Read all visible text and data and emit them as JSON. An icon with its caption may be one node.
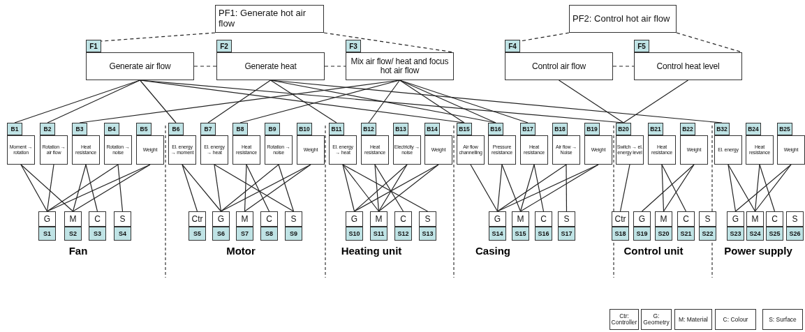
{
  "diagram": {
    "nodes": [
      {
        "text": [
          "PF1: Generate hot air flow"
        ]
      },
      {
        "text": [
          "F1",
          "Generate air flow"
        ]
      },
      {
        "text": [
          "F2",
          "Generate heat"
        ]
      },
      {
        "text": [
          "F3",
          "Mix air flow/ heat and focus hot air flow"
        ]
      },
      {
        "text": [
          "PF2: Control hot air flow"
        ]
      },
      {
        "text": [
          "F4",
          "Control air flow"
        ]
      },
      {
        "text": [
          "F5",
          "Control heat level"
        ]
      },
      {
        "text": [
          "B1",
          "Moment → rotation"
        ]
      },
      {
        "text": [
          "B2",
          "Rotation → air flow"
        ]
      },
      {
        "text": [
          "B3",
          "Heat resistance"
        ]
      },
      {
        "text": [
          "B4",
          "Rotation → noise"
        ]
      },
      {
        "text": [
          "B5",
          "Weight"
        ]
      },
      {
        "text": [
          "B6",
          "El. energy → moment"
        ]
      },
      {
        "text": [
          "B7",
          "El. energy → heat"
        ]
      },
      {
        "text": [
          "B8",
          "Heat resistance"
        ]
      },
      {
        "text": [
          "B9",
          "Rotation → noise"
        ]
      },
      {
        "text": [
          "B10",
          "Weight"
        ]
      },
      {
        "text": [
          "B11",
          "El. energy → heat"
        ]
      },
      {
        "text": [
          "B12",
          "Heat resistance"
        ]
      },
      {
        "text": [
          "B13",
          "Electricity → noise"
        ]
      },
      {
        "text": [
          "B14",
          "Weight"
        ]
      },
      {
        "text": [
          "B15",
          "Air flow channelling"
        ]
      },
      {
        "text": [
          "B16",
          "Pressure resistance"
        ]
      },
      {
        "text": [
          "B17",
          "Heat resistance"
        ]
      },
      {
        "text": [
          "B18",
          "Air flow → Noise"
        ]
      },
      {
        "text": [
          "B19",
          "Weight"
        ]
      },
      {
        "text": [
          "B20",
          "Switch → el. energy level"
        ]
      },
      {
        "text": [
          "B21",
          "Heat resistance"
        ]
      },
      {
        "text": [
          "B22",
          "Weight"
        ]
      },
      {
        "text": [
          "B32",
          "El. energy"
        ]
      },
      {
        "text": [
          "B24",
          "Heat resistance"
        ]
      },
      {
        "text": [
          "B25",
          "Weight"
        ]
      },
      {
        "text": [
          "G",
          "S1"
        ]
      },
      {
        "text": [
          "M",
          "S2"
        ]
      },
      {
        "text": [
          "C",
          "S3"
        ]
      },
      {
        "text": [
          "S",
          "S4"
        ]
      },
      {
        "text": [
          "Ctr",
          "S5"
        ]
      },
      {
        "text": [
          "G",
          "S6"
        ]
      },
      {
        "text": [
          "M",
          "S7"
        ]
      },
      {
        "text": [
          "C",
          "S8"
        ]
      },
      {
        "text": [
          "S",
          "S9"
        ]
      },
      {
        "text": [
          "G",
          "S10"
        ]
      },
      {
        "text": [
          "M",
          "S11"
        ]
      },
      {
        "text": [
          "C",
          "S12"
        ]
      },
      {
        "text": [
          "S",
          "S13"
        ]
      },
      {
        "text": [
          "G",
          "S14"
        ]
      },
      {
        "text": [
          "M",
          "S15"
        ]
      },
      {
        "text": [
          "C",
          "S16"
        ]
      },
      {
        "text": [
          "S",
          "S17"
        ]
      },
      {
        "text": [
          "Ctr",
          "S18"
        ]
      },
      {
        "text": [
          "G",
          "S19"
        ]
      },
      {
        "text": [
          "M",
          "S20"
        ]
      },
      {
        "text": [
          "C",
          "S21"
        ]
      },
      {
        "text": [
          "S",
          "S22"
        ]
      },
      {
        "text": [
          "G",
          "S23"
        ]
      },
      {
        "text": [
          "M",
          "S24"
        ]
      },
      {
        "text": [
          "C",
          "S25"
        ]
      },
      {
        "text": [
          "S",
          "S26"
        ]
      },
      {
        "text": [
          "Ctr: Controller"
        ]
      },
      {
        "text": [
          "G: Geometry"
        ]
      },
      {
        "text": [
          "M: Material"
        ]
      },
      {
        "text": [
          "C: Colour"
        ]
      },
      {
        "text": [
          "S: Surface"
        ]
      }
    ],
    "edges": [
      {
        "from": 0,
        "to": 1,
        "arrow": "none",
        "style": "dashed"
      },
      {
        "from": 0,
        "to": 3,
        "arrow": "none",
        "style": "dashed"
      },
      {
        "from": 1,
        "to": 2,
        "arrow": "none",
        "style": "dashed"
      },
      {
        "from": 2,
        "to": 3,
        "arrow": "none",
        "style": "dashed"
      },
      {
        "from": 4,
        "to": 5,
        "arrow": "none",
        "style": "dashed"
      },
      {
        "from": 4,
        "to": 6,
        "arrow": "none",
        "style": "dashed"
      },
      {
        "from": 5,
        "to": 6,
        "arrow": "none",
        "style": "dashed"
      },
      {
        "from": 1,
        "to": 7,
        "arrow": "none"
      },
      {
        "from": 1,
        "to": 8,
        "arrow": "none"
      },
      {
        "from": 1,
        "to": 12,
        "arrow": "none"
      },
      {
        "from": 1,
        "to": 21,
        "arrow": "none"
      },
      {
        "from": 1,
        "to": 26,
        "arrow": "none"
      },
      {
        "from": 2,
        "to": 13,
        "arrow": "none"
      },
      {
        "from": 2,
        "to": 17,
        "arrow": "none"
      },
      {
        "from": 2,
        "to": 22,
        "arrow": "none"
      },
      {
        "from": 2,
        "to": 29,
        "arrow": "none"
      },
      {
        "from": 3,
        "to": 9,
        "arrow": "none"
      },
      {
        "from": 3,
        "to": 14,
        "arrow": "none"
      },
      {
        "from": 3,
        "to": 18,
        "arrow": "none"
      },
      {
        "from": 3,
        "to": 21,
        "arrow": "none"
      },
      {
        "from": 3,
        "to": 22,
        "arrow": "none"
      },
      {
        "from": 3,
        "to": 23,
        "arrow": "none"
      },
      {
        "from": 5,
        "to": 26,
        "arrow": "none"
      },
      {
        "from": 6,
        "to": 26,
        "arrow": "none"
      },
      {
        "from": 7,
        "to": 32,
        "arrow": "none"
      },
      {
        "from": 7,
        "to": 33,
        "arrow": "none"
      },
      {
        "from": 8,
        "to": 32,
        "arrow": "none"
      },
      {
        "from": 9,
        "to": 33,
        "arrow": "none"
      },
      {
        "from": 9,
        "to": 34,
        "arrow": "none"
      },
      {
        "from": 10,
        "to": 32,
        "arrow": "none"
      },
      {
        "from": 10,
        "to": 35,
        "arrow": "none"
      },
      {
        "from": 11,
        "to": 32,
        "arrow": "none"
      },
      {
        "from": 11,
        "to": 33,
        "arrow": "none"
      },
      {
        "from": 12,
        "to": 36,
        "arrow": "none"
      },
      {
        "from": 12,
        "to": 37,
        "arrow": "none"
      },
      {
        "from": 13,
        "to": 37,
        "arrow": "none"
      },
      {
        "from": 13,
        "to": 40,
        "arrow": "none"
      },
      {
        "from": 14,
        "to": 38,
        "arrow": "none"
      },
      {
        "from": 14,
        "to": 39,
        "arrow": "none"
      },
      {
        "from": 15,
        "to": 37,
        "arrow": "none"
      },
      {
        "from": 15,
        "to": 40,
        "arrow": "none"
      },
      {
        "from": 16,
        "to": 37,
        "arrow": "none"
      },
      {
        "from": 16,
        "to": 38,
        "arrow": "none"
      },
      {
        "from": 17,
        "to": 41,
        "arrow": "none"
      },
      {
        "from": 17,
        "to": 42,
        "arrow": "none"
      },
      {
        "from": 17,
        "to": 44,
        "arrow": "none"
      },
      {
        "from": 18,
        "to": 42,
        "arrow": "none"
      },
      {
        "from": 18,
        "to": 43,
        "arrow": "none"
      },
      {
        "from": 19,
        "to": 41,
        "arrow": "none"
      },
      {
        "from": 19,
        "to": 42,
        "arrow": "none"
      },
      {
        "from": 20,
        "to": 41,
        "arrow": "none"
      },
      {
        "from": 20,
        "to": 42,
        "arrow": "none"
      },
      {
        "from": 21,
        "to": 45,
        "arrow": "none"
      },
      {
        "from": 22,
        "to": 45,
        "arrow": "none"
      },
      {
        "from": 22,
        "to": 46,
        "arrow": "none"
      },
      {
        "from": 23,
        "to": 46,
        "arrow": "none"
      },
      {
        "from": 23,
        "to": 47,
        "arrow": "none"
      },
      {
        "from": 24,
        "to": 45,
        "arrow": "none"
      },
      {
        "from": 24,
        "to": 48,
        "arrow": "none"
      },
      {
        "from": 25,
        "to": 45,
        "arrow": "none"
      },
      {
        "from": 25,
        "to": 46,
        "arrow": "none"
      },
      {
        "from": 26,
        "to": 49,
        "arrow": "none"
      },
      {
        "from": 27,
        "to": 51,
        "arrow": "none"
      },
      {
        "from": 27,
        "to": 52,
        "arrow": "none"
      },
      {
        "from": 28,
        "to": 50,
        "arrow": "none"
      },
      {
        "from": 28,
        "to": 51,
        "arrow": "none"
      },
      {
        "from": 29,
        "to": 54,
        "arrow": "none"
      },
      {
        "from": 29,
        "to": 55,
        "arrow": "none"
      },
      {
        "from": 30,
        "to": 55,
        "arrow": "none"
      },
      {
        "from": 30,
        "to": 56,
        "arrow": "none"
      },
      {
        "from": 31,
        "to": 54,
        "arrow": "none"
      },
      {
        "from": 31,
        "to": 55,
        "arrow": "none"
      }
    ],
    "labels": [
      "Fan",
      "Motor",
      "Heating unit",
      "Casing",
      "Control unit",
      "Power supply"
    ]
  }
}
